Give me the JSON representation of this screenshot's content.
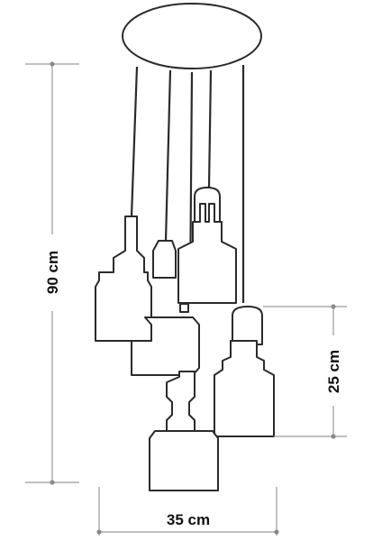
{
  "dimensions": {
    "height_label": "90 cm",
    "shade_height_label": "25 cm",
    "width_label": "35 cm"
  },
  "colors": {
    "outline": "#2b2b2b",
    "dimension_line": "#9a9a9a",
    "label": "#111111"
  }
}
